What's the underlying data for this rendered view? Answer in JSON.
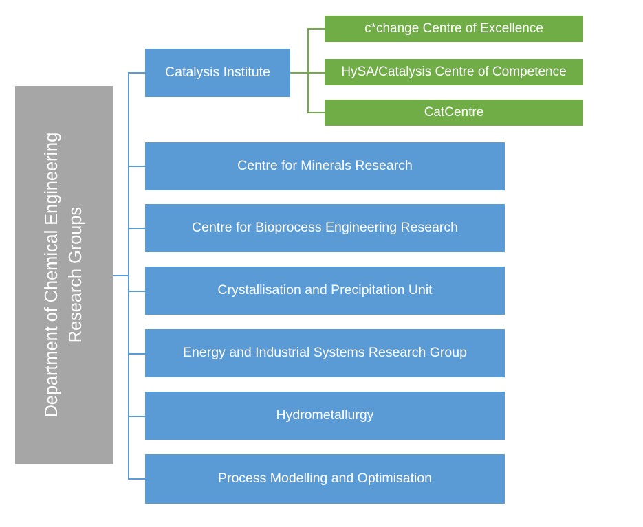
{
  "diagram": {
    "title": "Department of Chemical Engineering Research Groups",
    "type": "organisational-chart",
    "colors": {
      "root": "#A6A6A6",
      "level1": "#5B9BD5",
      "level2": "#70AD47",
      "text": "#FFFFFF",
      "background": "#FFFFFF"
    }
  },
  "root": {
    "label": "Department of Chemical Engineering Research Groups",
    "line_1": "Department of Chemical Engineering",
    "line_2": "Research Groups",
    "orientation": "vertical-rotated"
  },
  "research_groups": [
    {
      "label": "Catalysis Institute"
    },
    {
      "label": "Centre for Minerals Research"
    },
    {
      "label": "Centre for Bioprocess Engineering Research"
    },
    {
      "label": "Crystallisation and Precipitation Unit"
    },
    {
      "label": "Energy and Industrial Systems Research Group"
    },
    {
      "label": "Hydrometallurgy"
    },
    {
      "label": "Process Modelling and Optimisation"
    }
  ],
  "catalysis_children": [
    {
      "label": "c*change Centre of Excellence"
    },
    {
      "label": "HySA/Catalysis Centre of Competence"
    },
    {
      "label": "CatCentre"
    }
  ]
}
